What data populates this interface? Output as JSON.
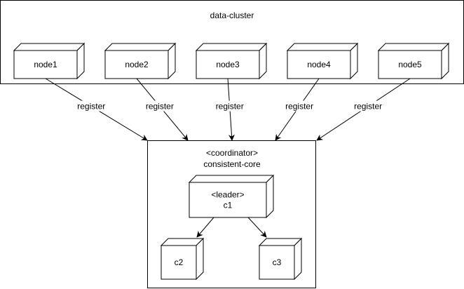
{
  "cluster": {
    "label": "data-cluster"
  },
  "nodes": [
    {
      "id": "node1",
      "label": "node1"
    },
    {
      "id": "node2",
      "label": "node2"
    },
    {
      "id": "node3",
      "label": "node3"
    },
    {
      "id": "node4",
      "label": "node4"
    },
    {
      "id": "node5",
      "label": "node5"
    }
  ],
  "edge_label": "register",
  "core": {
    "stereotype": "<coordinator>",
    "label": "consistent-core",
    "leader": {
      "stereotype": "<leader>",
      "label": "c1"
    },
    "followers": [
      {
        "id": "c2",
        "label": "c2"
      },
      {
        "id": "c3",
        "label": "c3"
      }
    ]
  },
  "colors": {
    "stroke": "#000000",
    "fill": "#ffffff"
  }
}
